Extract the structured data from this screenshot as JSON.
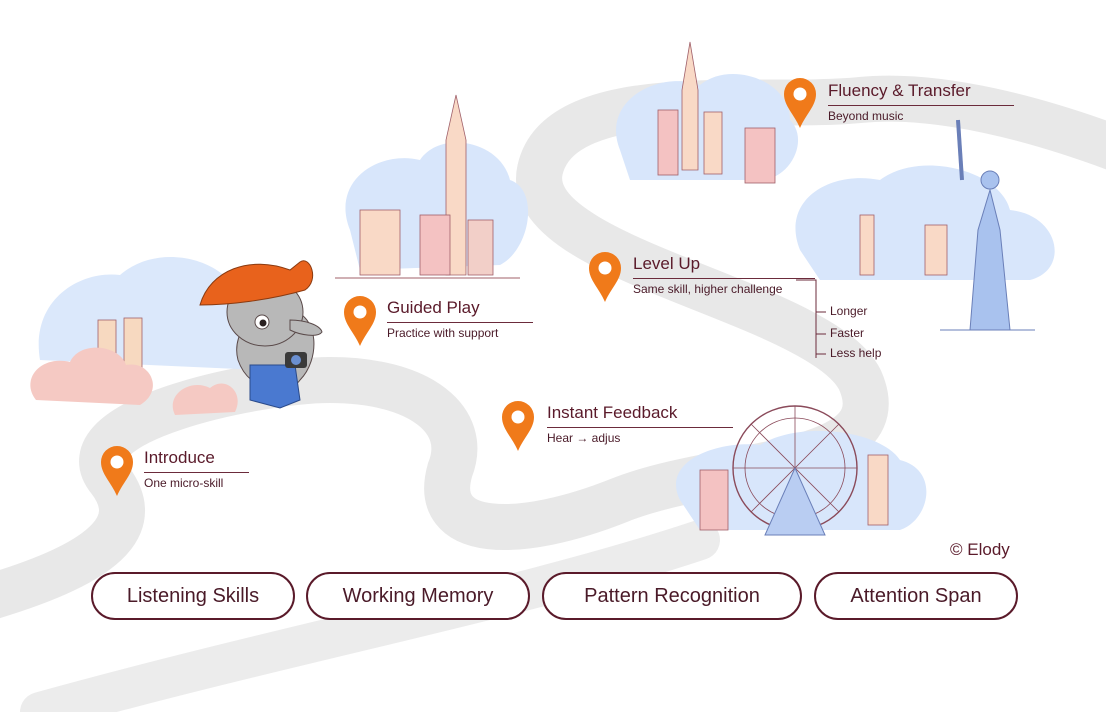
{
  "stops": [
    {
      "id": "introduce",
      "title": "Introduce",
      "subtitle": "One micro-skill"
    },
    {
      "id": "guided-play",
      "title": "Guided Play",
      "subtitle": "Practice with support"
    },
    {
      "id": "instant-feedback",
      "title": "Instant Feedback",
      "subtitle": "Hear → adjus"
    },
    {
      "id": "level-up",
      "title": "Level Up",
      "subtitle": "Same skill, higher challenge",
      "items": [
        "Longer",
        "Faster",
        "Less help"
      ]
    },
    {
      "id": "fluency-transfer",
      "title": "Fluency & Transfer",
      "subtitle": "Beyond music"
    }
  ],
  "skills": [
    "Listening Skills",
    "Working Memory",
    "Pattern Recognition",
    "Attention Span"
  ],
  "copyright": "© Elody",
  "colors": {
    "accent": "#f07a1a",
    "text": "#5a1a2a",
    "road": "#e6e6e6",
    "cloud_blue": "#d8e6fb",
    "building_peach": "#f9d9c6"
  },
  "illustration": {
    "character": "elephant-explorer",
    "landmarks": [
      "statue-of-liberty",
      "ferris-wheel",
      "skyscraper-skyline"
    ]
  }
}
